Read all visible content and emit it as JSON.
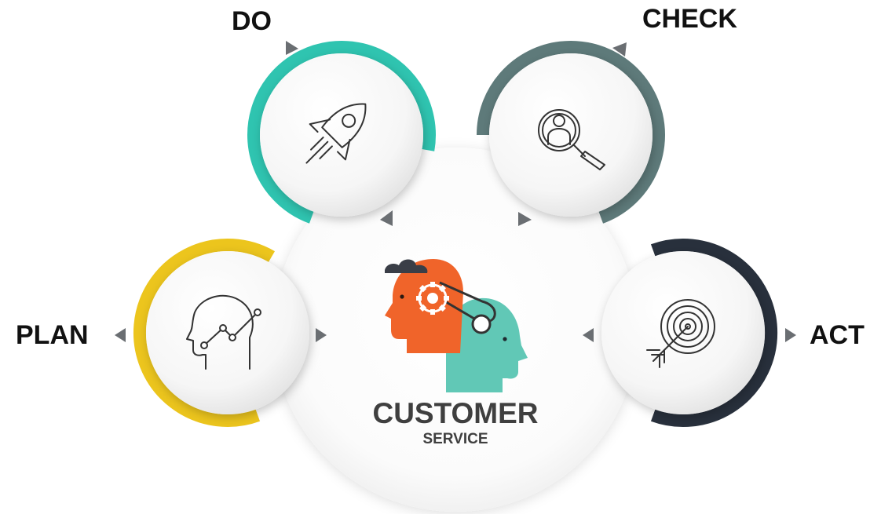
{
  "stages": {
    "plan": {
      "label": "PLAN",
      "icon": "head-growth-chart-icon",
      "color": "#ECC51D"
    },
    "do": {
      "label": "DO",
      "icon": "rocket-icon",
      "color": "#2FC4B0"
    },
    "check": {
      "label": "CHECK",
      "icon": "magnifier-person-icon",
      "color": "#5E7A7A"
    },
    "act": {
      "label": "ACT",
      "icon": "target-arrow-icon",
      "color": "#28303C"
    }
  },
  "center": {
    "title": "CUSTOMER",
    "subtitle": "SERVICE",
    "icon": "heads-gear-connection-icon",
    "colors": {
      "orange": "#F0642A",
      "teal": "#61C8B6",
      "dark": "#3A3E47"
    }
  },
  "arrow_color": "#6A6E72"
}
